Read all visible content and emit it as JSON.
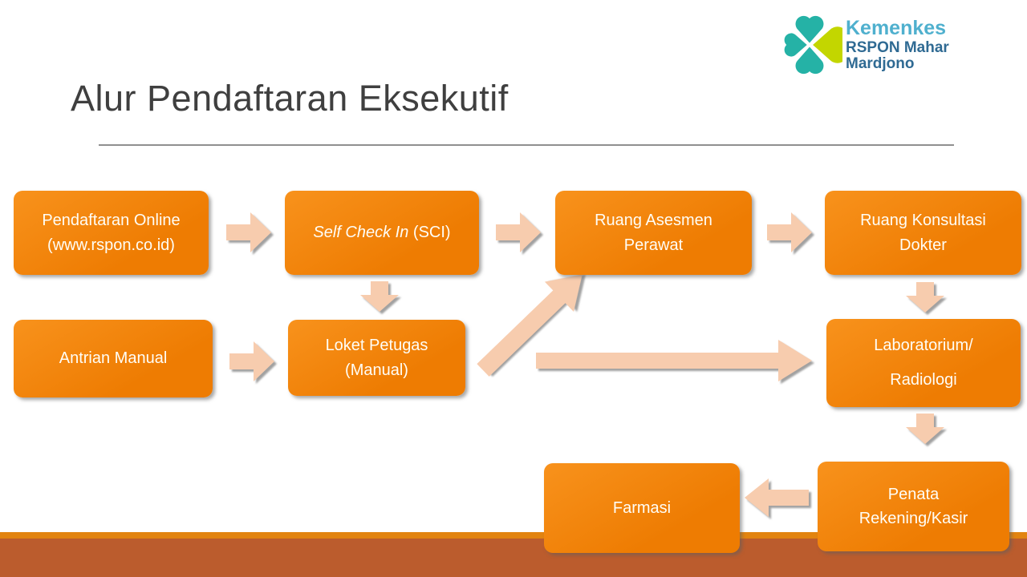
{
  "title": "Alur Pendaftaran Eksekutif",
  "logo": {
    "brand": "Kemenkes",
    "subbrand": "RSPON Mahar Mardjono"
  },
  "colors": {
    "box_orange": "#EE7C02",
    "arrow_peach": "#F7CCAE",
    "footer_stripe": "#E28410",
    "footer_bar": "#BB5C2D",
    "title_gray": "#3F3F3F",
    "logo_teal": "#25B2A6",
    "logo_lime": "#C3D600",
    "brand_blue": "#4FB0CE",
    "subbrand_blue": "#2F6A93"
  },
  "flow": {
    "nodes": [
      {
        "id": "pendaftaran-online",
        "label": "Pendaftaran Online\n(www.rspon.co.id)"
      },
      {
        "id": "self-check-in",
        "label_italic": "Self Check In",
        "label_rest": " (SCI)"
      },
      {
        "id": "ruang-asesmen",
        "label": "Ruang Asesmen\nPerawat"
      },
      {
        "id": "ruang-konsultasi",
        "label": "Ruang Konsultasi\nDokter"
      },
      {
        "id": "antrian-manual",
        "label": "Antrian Manual"
      },
      {
        "id": "loket-petugas",
        "label": "Loket Petugas\n(Manual)"
      },
      {
        "id": "laboratorium",
        "label": "Laboratorium/\nRadiologi"
      },
      {
        "id": "farmasi",
        "label": "Farmasi"
      },
      {
        "id": "penata-rekening",
        "label": "Penata\nRekening/Kasir"
      }
    ],
    "edges": [
      {
        "from": "pendaftaran-online",
        "to": "self-check-in"
      },
      {
        "from": "self-check-in",
        "to": "ruang-asesmen"
      },
      {
        "from": "ruang-asesmen",
        "to": "ruang-konsultasi"
      },
      {
        "from": "self-check-in",
        "to": "loket-petugas"
      },
      {
        "from": "ruang-konsultasi",
        "to": "laboratorium"
      },
      {
        "from": "antrian-manual",
        "to": "loket-petugas"
      },
      {
        "from": "loket-petugas",
        "to": "ruang-asesmen"
      },
      {
        "from": "loket-petugas",
        "to": "laboratorium"
      },
      {
        "from": "laboratorium",
        "to": "penata-rekening"
      },
      {
        "from": "penata-rekening",
        "to": "farmasi"
      }
    ]
  }
}
